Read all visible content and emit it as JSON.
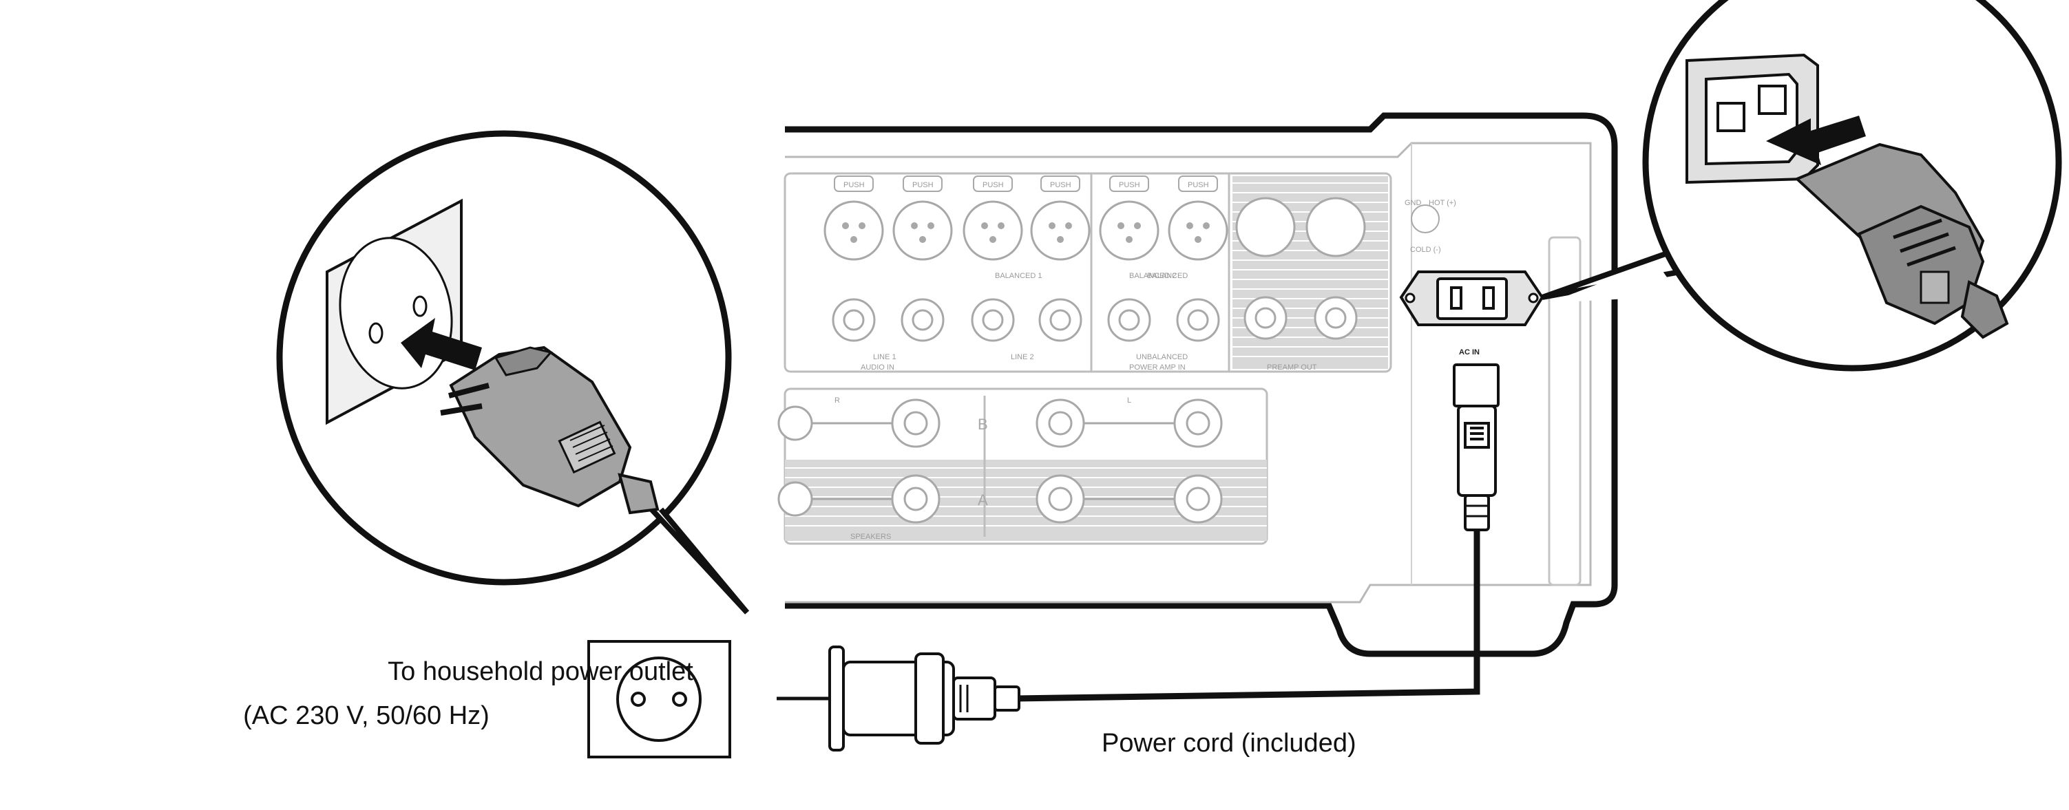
{
  "labels": {
    "outlet_line1": "To household power outlet",
    "outlet_line2": "(AC 230 V, 50/60 Hz)",
    "power_cord": "Power cord (included)"
  },
  "panel_text": {
    "ac_in": "AC IN",
    "audio_in": "AUDIO IN",
    "power_amp_in": "POWER AMP IN",
    "preamp_out": "PREAMP OUT",
    "speakers": "SPEAKERS",
    "balanced1": "BALANCED 1",
    "balanced2": "BALANCED 2",
    "balanced": "BALANCED",
    "line1": "LINE 1",
    "line2": "LINE 2",
    "unbalanced": "UNBALANCED",
    "push": "PUSH",
    "r": "R",
    "l": "L",
    "a": "A",
    "b": "B",
    "gnd": "GND",
    "hot": "HOT (+)",
    "cold": "COLD (-)"
  },
  "colors": {
    "line": "#111111",
    "panel_gray": "#a8a8a8",
    "plug_gray": "#9a9a9a",
    "arrow": "#111111"
  }
}
